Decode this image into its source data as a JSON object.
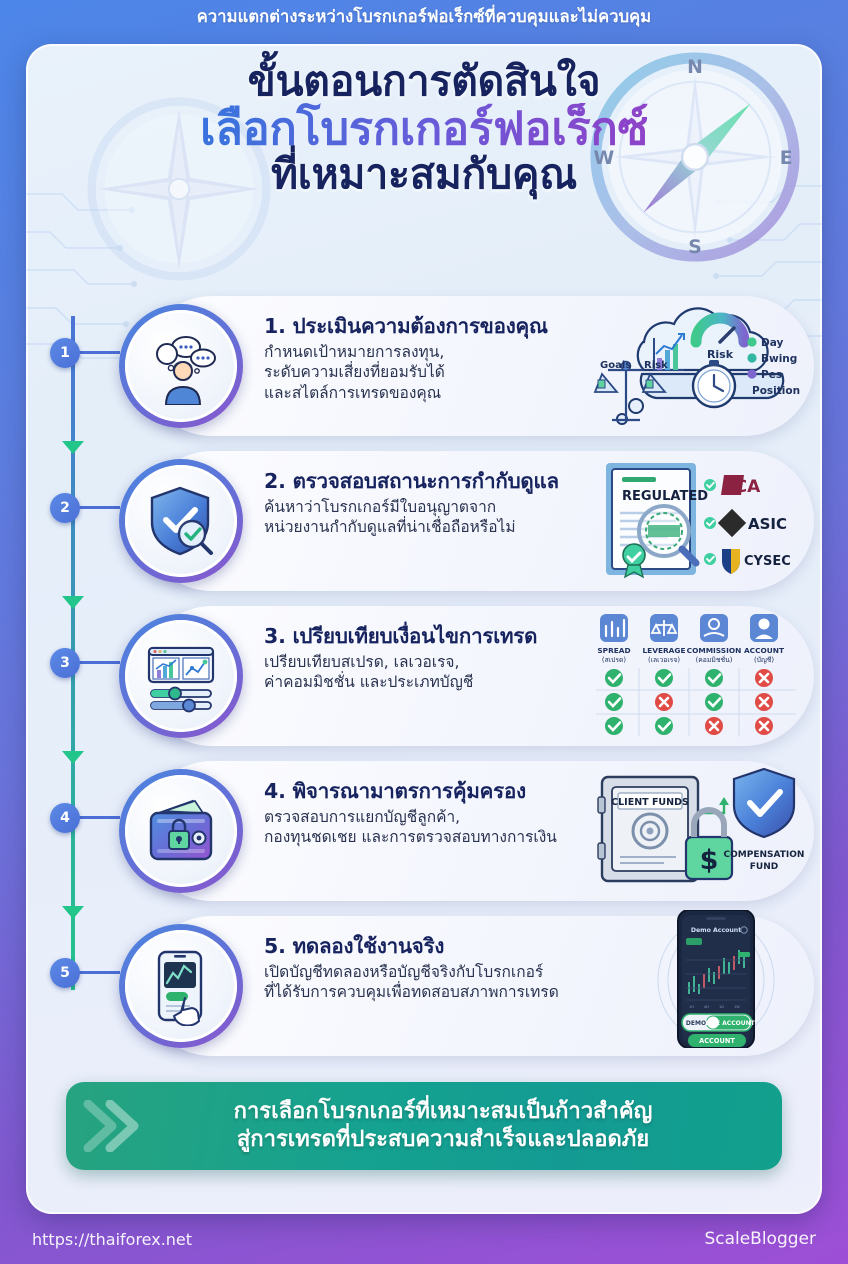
{
  "banner": {
    "text": "ความแตกต่างระหว่างโบรกเกอร์ฟอเร็กซ์ที่ควบคุมและไม่ควบคุม"
  },
  "hero": {
    "line1": "ขั้นตอนการตัดสินใจ",
    "line2": "เลือกโบรกเกอร์ฟอเร็กซ์",
    "line3": "ที่เหมาะสมกับคุณ",
    "compass": {
      "north": "N",
      "west": "W",
      "east": "E",
      "south": "S"
    }
  },
  "steps": [
    {
      "number": "1",
      "title": "1. ประเมินความต้องการของคุณ",
      "body": "กำหนดเป้าหมายการลงทุน,\nระดับความเสี่ยงที่ยอมรับได้\nและสไตล์การเทรดของคุณ",
      "art_labels": {
        "risk": "Risk",
        "goals": "Goals",
        "scale_risk": "Risk",
        "legend": [
          "Day",
          "Bwing",
          "Pes",
          "Position"
        ]
      }
    },
    {
      "number": "2",
      "title": "2. ตรวจสอบสถานะการกำกับดูแล",
      "body": "ค้นหาว่าโบรกเกอร์มีใบอนุญาตจาก\nหน่วยงานกำกับดูแลที่น่าเชื่อถือหรือไม่",
      "art_labels": {
        "document": "REGULATED",
        "regulators": [
          "FCA",
          "ASIC",
          "CYSEC"
        ]
      }
    },
    {
      "number": "3",
      "title": "3. เปรียบเทียบเงื่อนไขการเทรด",
      "body": "เปรียบเทียบสเปรด, เลเวอเรจ,\nค่าคอมมิชชั่น และประเภทบัญชี",
      "art_labels": {
        "columns": [
          {
            "head": "SPREAD",
            "sub": "(สเปรด)"
          },
          {
            "head": "LEVERAGE",
            "sub": "(เลเวอเรจ)"
          },
          {
            "head": "COMMISSION",
            "sub": "(คอมมิชชั่น)"
          },
          {
            "head": "ACCOUNT",
            "sub": "(บัญชี)"
          }
        ],
        "grid": [
          [
            "check",
            "check",
            "check",
            "cross"
          ],
          [
            "check",
            "cross",
            "check",
            "cross"
          ],
          [
            "check",
            "check",
            "cross",
            "cross"
          ]
        ]
      }
    },
    {
      "number": "4",
      "title": "4. พิจารณามาตรการคุ้มครอง",
      "body": "ตรวจสอบการแยกบัญชีลูกค้า,\nกองทุนชดเชย และการตรวจสอบทางการเงิน",
      "art_labels": {
        "safe": "CLIENT FUNDS",
        "shield_line1": "COMPENSATION",
        "shield_line2": "FUND",
        "currency": "$"
      }
    },
    {
      "number": "5",
      "title": "5. ทดลองใช้งานจริง",
      "body": "เปิดบัญชีทดลองหรือบัญชีจริงกับโบรกเกอร์\nที่ได้รับการควบคุมเพื่อทดสอบสภาพการเทรด",
      "art_labels": {
        "phone_title": "Demo Account",
        "toggle_left": "DEMO",
        "toggle_right": "LIVE ACCOUNT",
        "button": "ACCOUNT"
      }
    }
  ],
  "cta": {
    "line1": "การเลือกโบรกเกอร์ที่เหมาะสมเป็นก้าวสำคัญ",
    "line2": "สู่การเทรดที่ประสบความสำเร็จและปลอดภัย"
  },
  "footer": {
    "url": "https://thaiforex.net",
    "brand": "ScaleBlogger"
  },
  "colors": {
    "bg_start": "#4c86e8",
    "bg_end": "#9d4fd6",
    "title_dark": "#17235e",
    "accent_green": "#22b573",
    "accent_teal": "#15a290",
    "ring_blue": "#4a86e0",
    "ring_purple": "#8b55cd",
    "check": "#27ae60",
    "cross": "#e74c3c"
  }
}
